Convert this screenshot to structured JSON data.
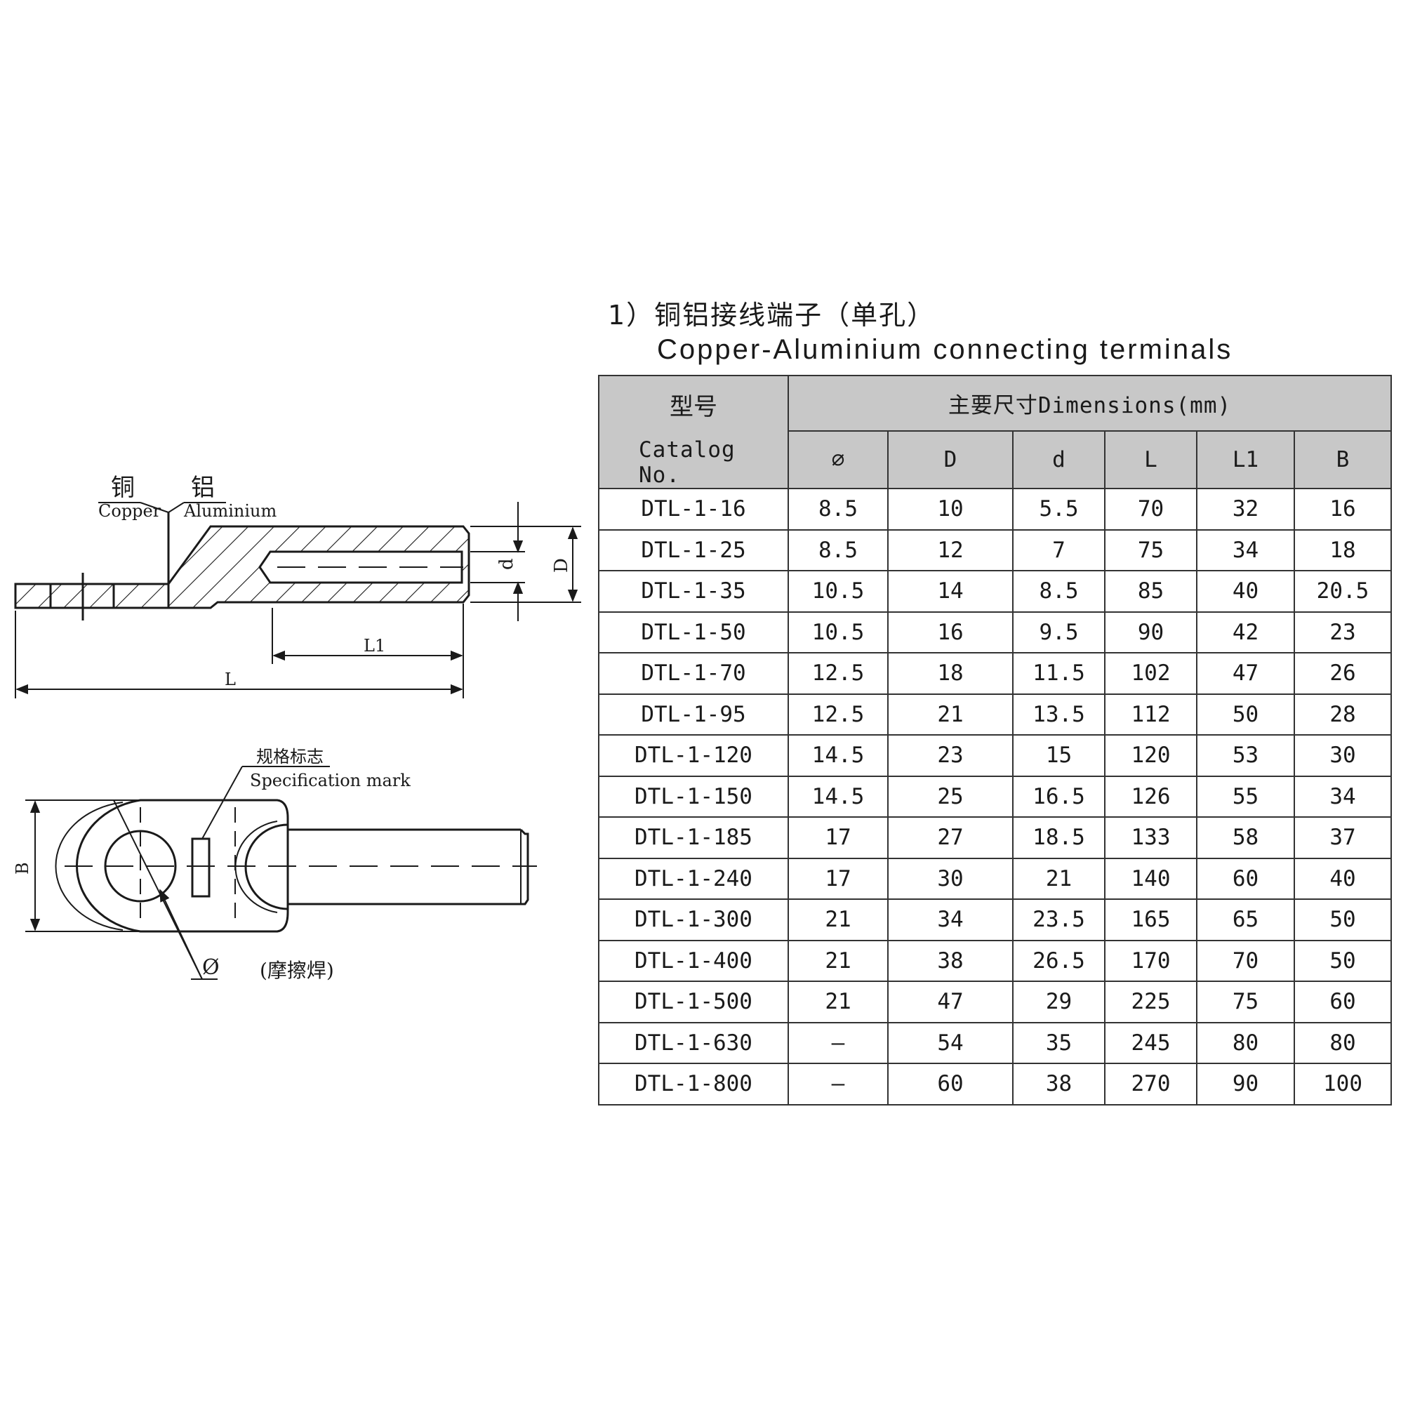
{
  "diagram": {
    "labels": {
      "copper_cn": "铜",
      "aluminium_cn": "铝",
      "copper_en": "Copper",
      "aluminium_en": "Aluminium",
      "dim_d": "d",
      "dim_D": "D",
      "dim_L1": "L1",
      "dim_L": "L",
      "spec_mark_cn": "规格标志",
      "spec_mark_en": "Specification mark",
      "dim_B": "B",
      "phi": "Ø",
      "friction_weld": "(摩擦焊)"
    }
  },
  "title": {
    "line1": "1）铜铝接线端子（单孔）",
    "line2": "Copper-Aluminium connecting terminals"
  },
  "table": {
    "catalog_cn": "型号",
    "catalog_en": "Catalog No.",
    "dimensions": "主要尺寸Dimensions(mm)",
    "columns": [
      "⌀",
      "D",
      "d",
      "L",
      "L1",
      "B"
    ],
    "rows": [
      [
        "DTL-1-16",
        "8.5",
        "10",
        "5.5",
        "70",
        "32",
        "16"
      ],
      [
        "DTL-1-25",
        "8.5",
        "12",
        "7",
        "75",
        "34",
        "18"
      ],
      [
        "DTL-1-35",
        "10.5",
        "14",
        "8.5",
        "85",
        "40",
        "20.5"
      ],
      [
        "DTL-1-50",
        "10.5",
        "16",
        "9.5",
        "90",
        "42",
        "23"
      ],
      [
        "DTL-1-70",
        "12.5",
        "18",
        "11.5",
        "102",
        "47",
        "26"
      ],
      [
        "DTL-1-95",
        "12.5",
        "21",
        "13.5",
        "112",
        "50",
        "28"
      ],
      [
        "DTL-1-120",
        "14.5",
        "23",
        "15",
        "120",
        "53",
        "30"
      ],
      [
        "DTL-1-150",
        "14.5",
        "25",
        "16.5",
        "126",
        "55",
        "34"
      ],
      [
        "DTL-1-185",
        "17",
        "27",
        "18.5",
        "133",
        "58",
        "37"
      ],
      [
        "DTL-1-240",
        "17",
        "30",
        "21",
        "140",
        "60",
        "40"
      ],
      [
        "DTL-1-300",
        "21",
        "34",
        "23.5",
        "165",
        "65",
        "50"
      ],
      [
        "DTL-1-400",
        "21",
        "38",
        "26.5",
        "170",
        "70",
        "50"
      ],
      [
        "DTL-1-500",
        "21",
        "47",
        "29",
        "225",
        "75",
        "60"
      ],
      [
        "DTL-1-630",
        "–",
        "54",
        "35",
        "245",
        "80",
        "80"
      ],
      [
        "DTL-1-800",
        "–",
        "60",
        "38",
        "270",
        "90",
        "100"
      ]
    ]
  }
}
